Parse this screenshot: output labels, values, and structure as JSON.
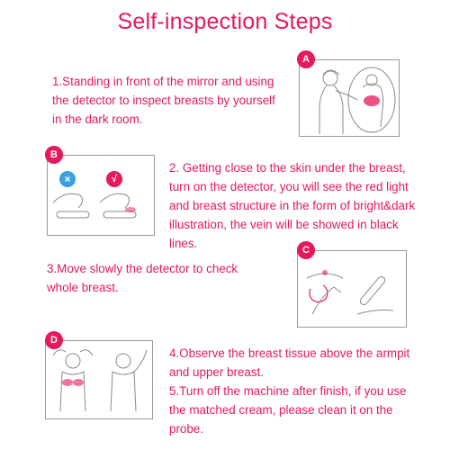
{
  "title": "Self-inspection Steps",
  "accent_color": "#e6195a",
  "steps": [
    {
      "text": "1.Standing in front of the mirror and using the detector to inspect breasts by yourself in the dark room."
    },
    {
      "text": "2. Getting close to the skin under the breast, turn on the detector, you will see the red light and breast structure in the form of bright&dark illustration, the vein will be showed in black lines."
    },
    {
      "text": "3.Move slowly the detector to check whole breast."
    },
    {
      "text": "4.Observe the breast tissue above the armpit and upper breast."
    },
    {
      "text": "5.Turn off the machine after finish, if you use the matched cream, please clean it on the probe."
    }
  ],
  "panels": {
    "a": {
      "badge": "A"
    },
    "b": {
      "badge": "B",
      "wrong_icon": "x-icon",
      "right_icon": "check-icon",
      "right_mark": "√"
    },
    "c": {
      "badge": "C"
    },
    "d": {
      "badge": "D"
    }
  }
}
